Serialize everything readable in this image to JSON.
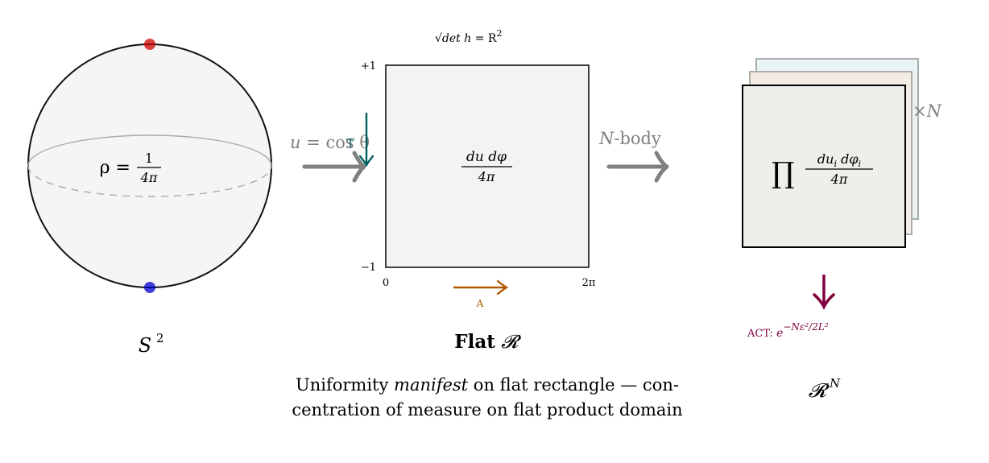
{
  "sphere": {
    "density_label": "ρ =",
    "density_numerator": "1",
    "density_denominator": "4π",
    "label": "S",
    "label_sup": "2",
    "north_pole_color": "#c00000",
    "south_pole_color": "#0000cc"
  },
  "map_arrow": {
    "label_var": "u",
    "label_rest": " = cos θ"
  },
  "flat_domain": {
    "top_note_sqrt": "√det h",
    "top_note_rest": " = R",
    "top_note_sup": "2",
    "y_top_tick": "+1",
    "y_bottom_tick": "−1",
    "x_left_tick": "0",
    "x_right_tick": "2π",
    "measure_numerator": "du dφ",
    "measure_denominator": "4π",
    "t_arrow_label": "T",
    "t_arrow_color": "#005f5f",
    "a_arrow_label": "A",
    "a_arrow_color": "#b35900",
    "label_bold": "Flat",
    "label_script": "𝓡"
  },
  "nbody_arrow": {
    "label_var": "N",
    "label_rest": "-body"
  },
  "product_domain": {
    "product_symbol": "∏",
    "measure_numerator": "du",
    "measure_numerator_sub_1": "i",
    "measure_numerator_mid": " dφ",
    "measure_numerator_sub_2": "i",
    "measure_denominator": "4π",
    "times_label": "×N",
    "act_prefix": "ACT: ",
    "act_base": "e",
    "act_exponent": "−Nε²/2L²",
    "act_color": "#800040",
    "label_script": "𝓡",
    "label_sup": "N"
  },
  "caption": {
    "line1_before": "Uniformity ",
    "line1_em": "manifest",
    "line1_after": " on flat rectangle — con-",
    "line2": "centration of measure on flat product domain"
  }
}
